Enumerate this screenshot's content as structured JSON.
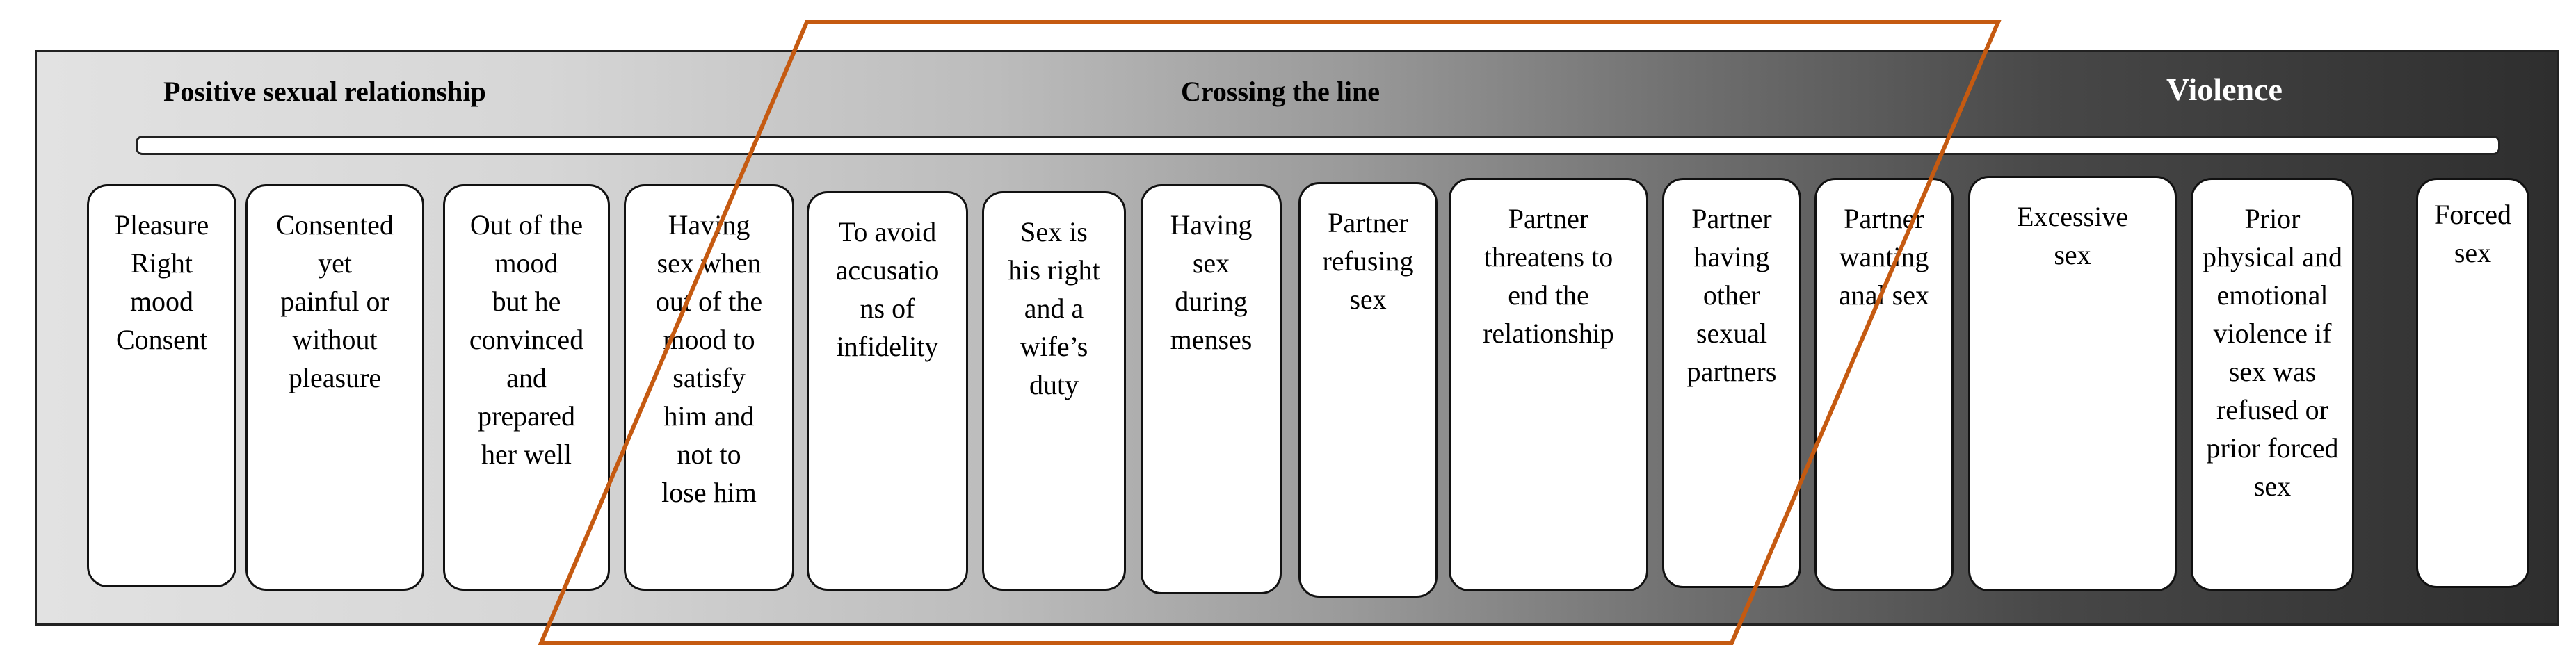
{
  "headings": {
    "positive": "Positive sexual relationship",
    "crossing": "Crossing the line",
    "violence": "Violence"
  },
  "boxes": [
    {
      "text": "Pleasure\nRight\nmood\nConsent"
    },
    {
      "text": "Consented\nyet\npainful or\nwithout\npleasure"
    },
    {
      "text": "Out of the\nmood\nbut he\nconvinced\nand\nprepared\nher well"
    },
    {
      "text": "Having\nsex when\nout of the\nmood to\nsatisfy\nhim and\nnot to\nlose him"
    },
    {
      "text": "To avoid\naccusatio\nns of\ninfidelity"
    },
    {
      "text": "Sex is\nhis right\nand a\nwife’s\nduty"
    },
    {
      "text": "Having\nsex\nduring\nmenses"
    },
    {
      "text": "Partner\nrefusing\nsex"
    },
    {
      "text": "Partner\nthreatens to\nend the\nrelationship"
    },
    {
      "text": "Partner\nhaving\nother\nsexual\npartners"
    },
    {
      "text": "Partner\nwanting\nanal sex"
    },
    {
      "text": "Excessive\nsex"
    },
    {
      "text": "Prior\nphysical and\nemotional\nviolence if\nsex was\nrefused or\nprior forced\nsex"
    },
    {
      "text": "Forced\nsex"
    }
  ],
  "colors": {
    "highlight_outline": "#c55a11",
    "band_light": "#e2e2e2",
    "band_dark": "#2e2e2e",
    "violence_text": "#ffffff"
  }
}
